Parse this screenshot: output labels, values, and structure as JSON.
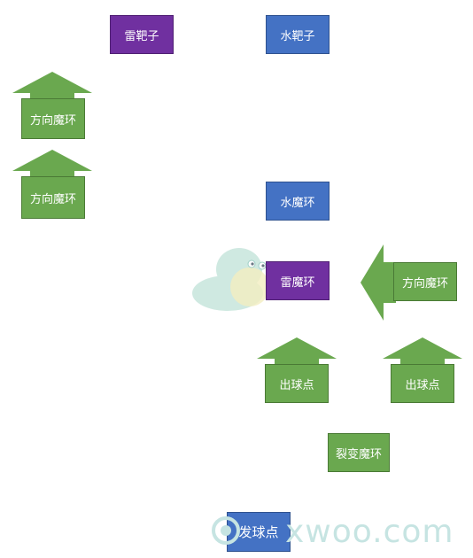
{
  "nodes": {
    "thunder_target": "雷靶子",
    "water_target": "水靶子",
    "direction_ring_1": "方向魔环",
    "direction_ring_2": "方向魔环",
    "direction_ring_3": "方向魔环",
    "water_ring": "水魔环",
    "thunder_ring": "雷魔环",
    "exit_point_1": "出球点",
    "exit_point_2": "出球点",
    "fission_ring": "裂变魔环",
    "launch_point": "发球点"
  },
  "watermark": {
    "text": "xwoo.com"
  },
  "colors": {
    "green": "#6aa84f",
    "blue": "#4472c4",
    "purple": "#7030a0"
  }
}
